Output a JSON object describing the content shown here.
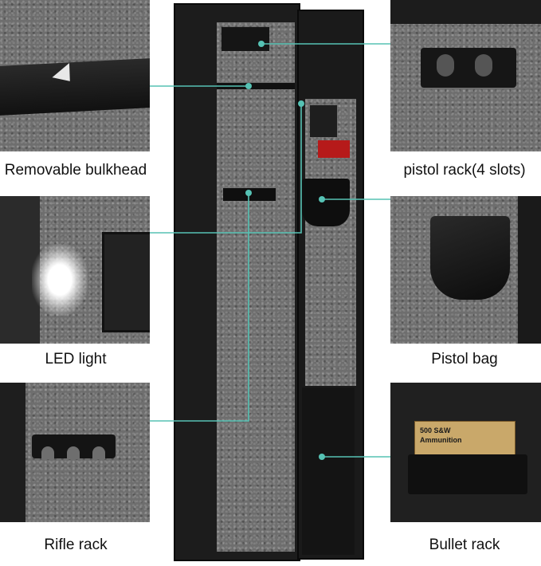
{
  "labels": {
    "removable_bulkhead": "Removable bulkhead",
    "led_light": "LED light",
    "rifle_rack": "Rifle rack",
    "pistol_rack": "pistol rack(4 slots)",
    "pistol_bag": "Pistol bag",
    "bullet_rack": "Bullet rack"
  },
  "ammo_box": {
    "line1": "500 S&W",
    "line2": "Ammunition"
  },
  "colors": {
    "callout_line": "#56c2b4",
    "safe_body": "#1c1c1c",
    "felt": "#6e6e6e"
  }
}
